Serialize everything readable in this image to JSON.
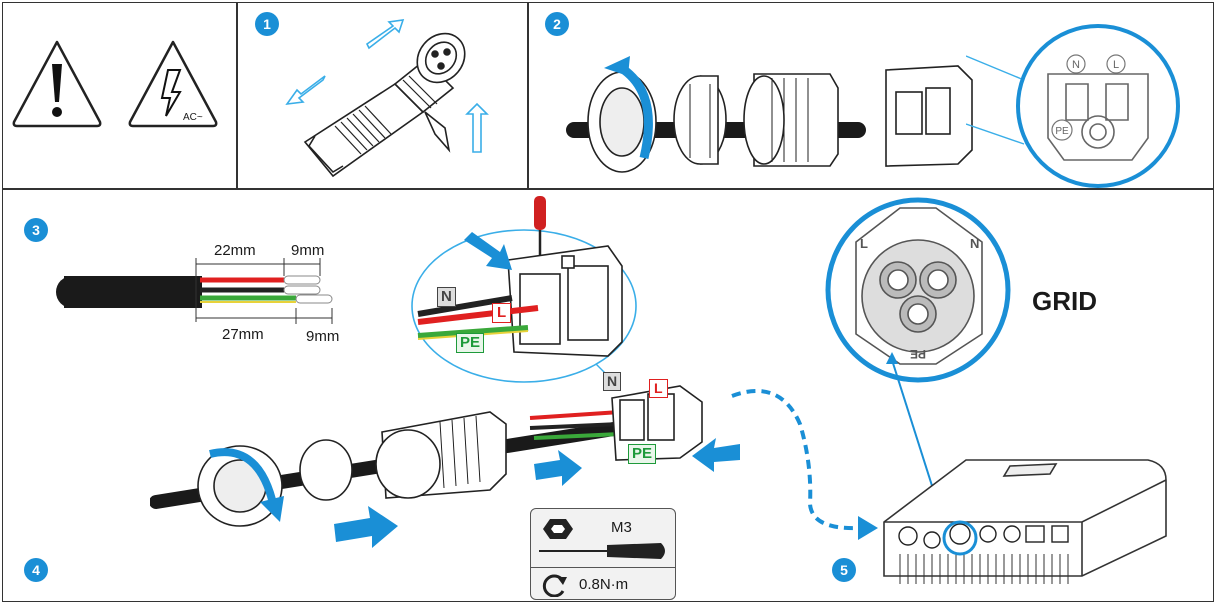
{
  "steps": [
    "1",
    "2",
    "3",
    "4",
    "5"
  ],
  "warnings": {
    "ac_label": "AC~"
  },
  "cable": {
    "dim_22": "22mm",
    "dim_9_top": "9mm",
    "dim_27": "27mm",
    "dim_9_bottom": "9mm"
  },
  "wires": {
    "n": "N",
    "l": "L",
    "pe": "PE"
  },
  "connector_face": {
    "n": "N",
    "l": "L",
    "pe": "PE"
  },
  "grid": {
    "label": "GRID",
    "l": "L",
    "n": "N",
    "pe": "PE"
  },
  "tool": {
    "screwdriver": "M3",
    "torque": "0.8N·m"
  },
  "colors": {
    "accent": "#1a8fd6",
    "wire_red": "#e02020",
    "wire_green": "#3aa83a",
    "label_green": "#1e9a3a"
  }
}
